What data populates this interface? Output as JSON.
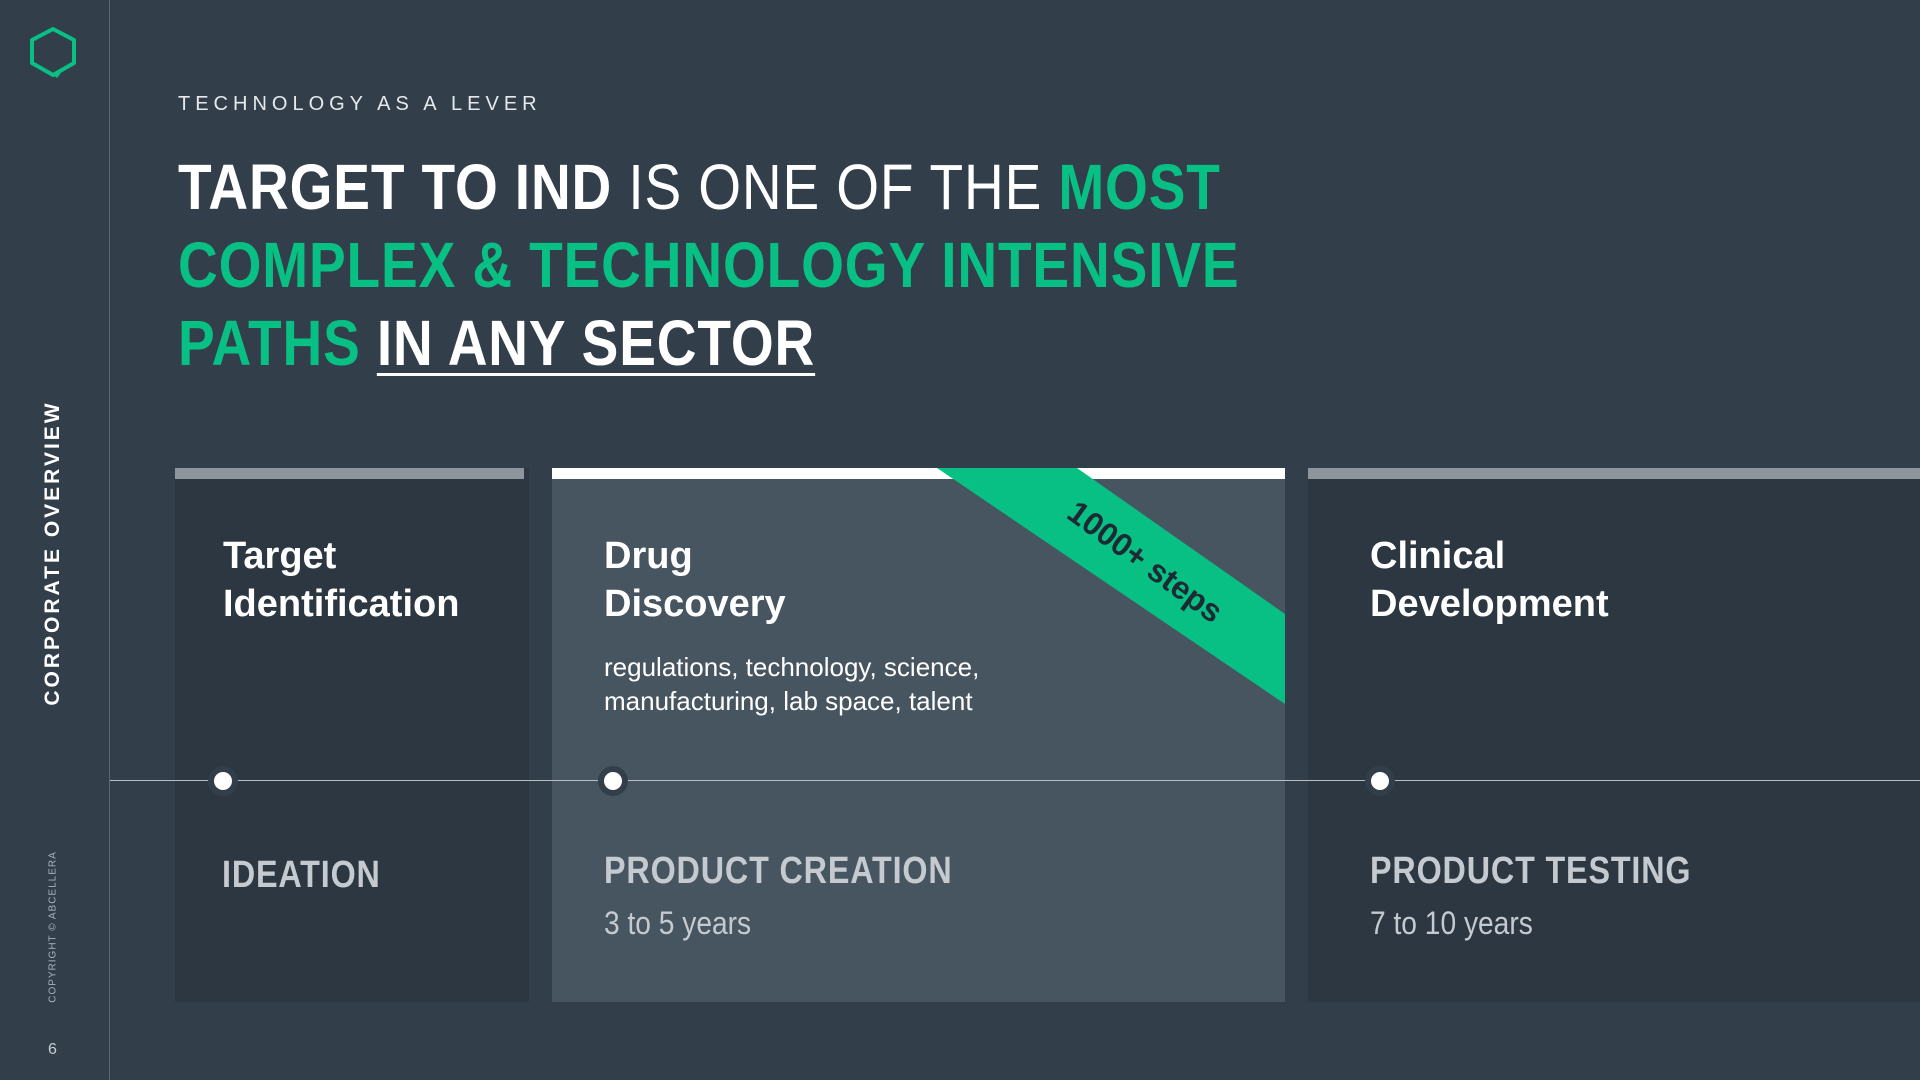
{
  "sidebar": {
    "logo_icon": "hexagon-logo-icon",
    "section_label": "CORPORATE OVERVIEW",
    "copyright": "COPYRIGHT © ABCELLERA",
    "page_number": "6"
  },
  "header": {
    "eyebrow": "TECHNOLOGY AS A LEVER",
    "headline": {
      "part1": "TARGET TO IND",
      "part2": " IS ONE OF THE ",
      "part3": "MOST",
      "part4": "COMPLEX & TECHNOLOGY INTENSIVE",
      "part5": "PATHS",
      "part6": "IN ANY SECTOR"
    }
  },
  "cards": [
    {
      "title_line1": "Target",
      "title_line2": "Identification",
      "phase": "IDEATION",
      "duration": ""
    },
    {
      "title_line1": "Drug",
      "title_line2": "Discovery",
      "description_line1": "regulations, technology, science,",
      "description_line2": "manufacturing, lab space, talent",
      "ribbon": "1000+ steps",
      "phase": "PRODUCT CREATION",
      "duration": "3 to 5 years"
    },
    {
      "title_line1": "Clinical",
      "title_line2": "Development",
      "phase": "PRODUCT TESTING",
      "duration": "7 to 10 years"
    }
  ],
  "colors": {
    "background": "#323f4b",
    "accent_green": "#08c084",
    "card_dark": "#2c3741",
    "card_highlight": "#475560"
  }
}
